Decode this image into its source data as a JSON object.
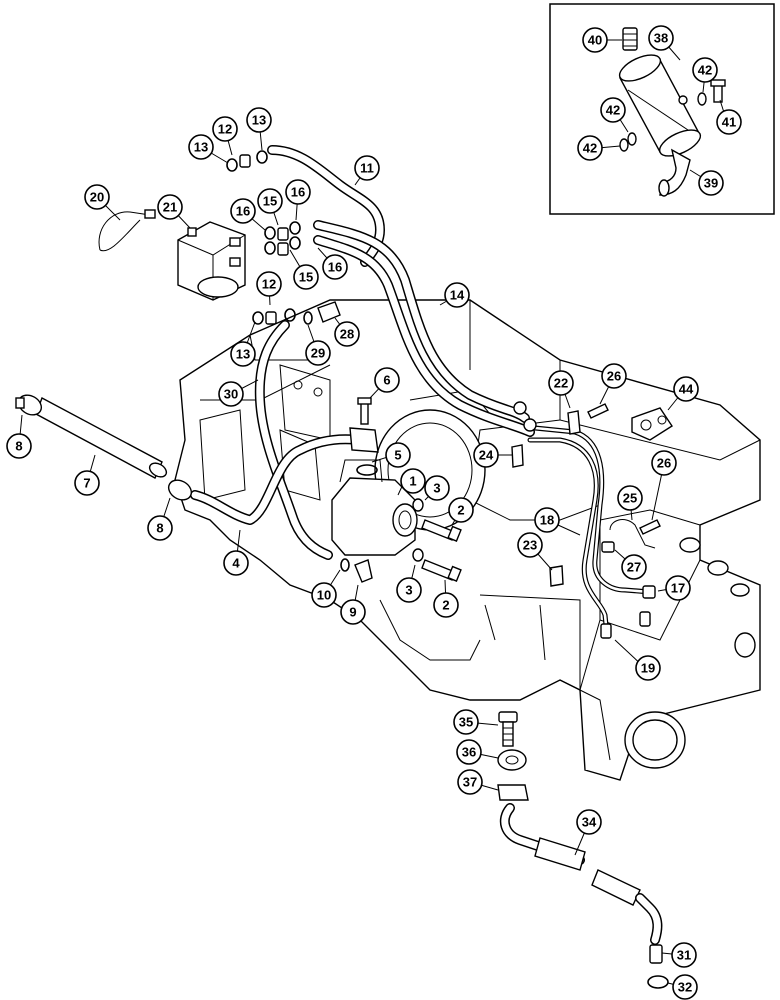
{
  "callouts": [
    "1",
    "2",
    "2",
    "3",
    "3",
    "4",
    "5",
    "6",
    "7",
    "8",
    "8",
    "9",
    "10",
    "11",
    "12",
    "12",
    "13",
    "13",
    "13",
    "14",
    "15",
    "15",
    "16",
    "16",
    "16",
    "17",
    "18",
    "19",
    "20",
    "21",
    "22",
    "23",
    "24",
    "25",
    "26",
    "26",
    "27",
    "28",
    "29",
    "30",
    "31",
    "32",
    "34",
    "35",
    "36",
    "37",
    "38",
    "39",
    "40",
    "41",
    "42",
    "42",
    "42",
    "44"
  ]
}
